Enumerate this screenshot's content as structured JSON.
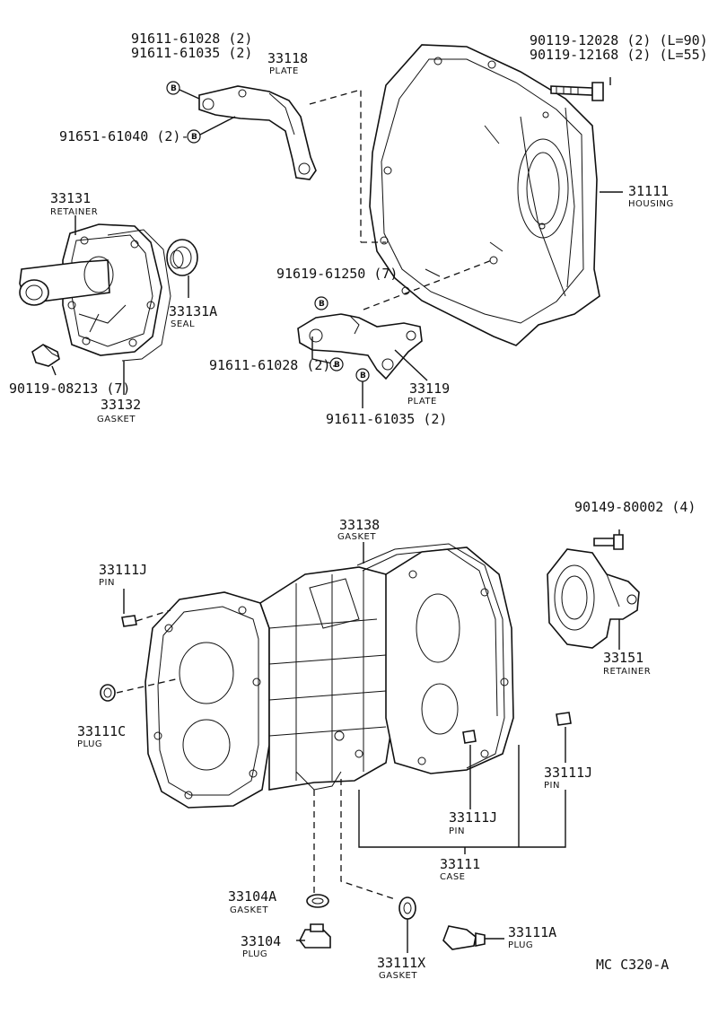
{
  "labels": {
    "top_bolt_1": "91611-61028 (2)",
    "top_bolt_2": "91611-61035 (2)",
    "plate_upper_num": "33118",
    "plate_upper_name": "PLATE",
    "bolt_91651": "91651-61040 (2)-",
    "housing_bolt_1": "90119-12028 (2) (L=90)",
    "housing_bolt_2": "90119-12168 (2) (L=55)",
    "housing_num": "31111",
    "housing_name": "HOUSING",
    "retainer_num": "33131",
    "retainer_name": "RETAINER",
    "seal_num": "33131A",
    "seal_name": "SEAL",
    "bolt_91619": "91619-61250 (7)",
    "bolt_lower_left": "91611-61028 (2)-",
    "plate_lower_num": "33119",
    "plate_lower_name": "PLATE",
    "bolt_lower_bottom": "91611-61035 (2)",
    "bolt_retainer": "90119-08213 (7)",
    "gasket_num": "33132",
    "gasket_name": "GASKET",
    "bolt_rear": "90149-80002 (4)",
    "case_gasket_num": "33138",
    "case_gasket_name": "GASKET",
    "pin_left_num": "33111J",
    "pin_left_name": "PIN",
    "rear_retainer_num": "33151",
    "rear_retainer_name": "RETAINER",
    "plug_left_num": "33111C",
    "plug_left_name": "PLUG",
    "pin_right_num": "33111J",
    "pin_right_name": "PIN",
    "pin_mid_num": "33111J",
    "pin_mid_name": "PIN",
    "case_num": "33111",
    "case_name": "CASE",
    "drain_gasket_num": "33104A",
    "drain_gasket_name": "GASKET",
    "drain_plug_num": "33104",
    "drain_plug_name": "PLUG",
    "fill_gasket_num": "33111X",
    "fill_gasket_name": "GASKET",
    "fill_plug_num": "33111A",
    "fill_plug_name": "PLUG",
    "diagram_code": "MC  C320-A",
    "bolt_marker": "B"
  }
}
